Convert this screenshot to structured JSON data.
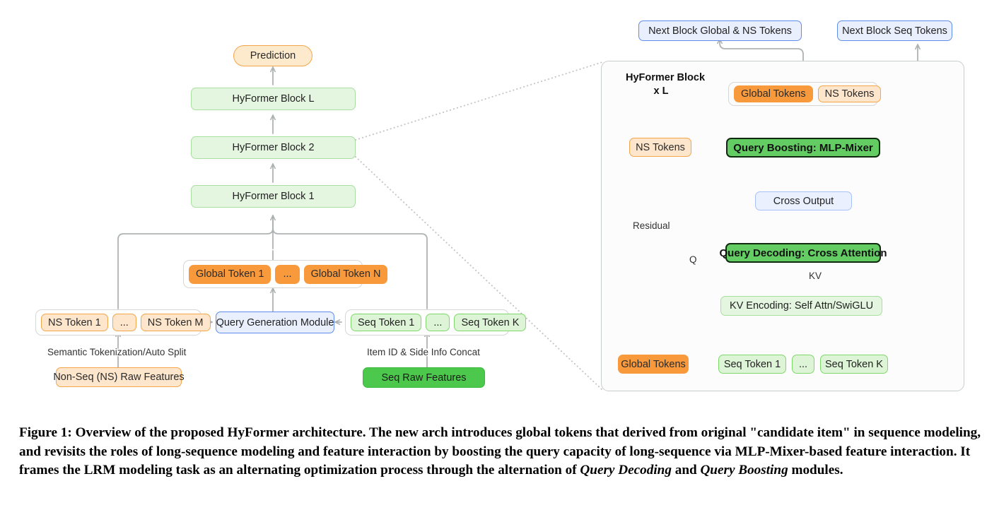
{
  "left_flow": {
    "prediction": "Prediction",
    "blocks": [
      "HyFormer Block 1",
      "HyFormer Block 2",
      "HyFormer Block L"
    ],
    "global_group": [
      "Global Token 1",
      "...",
      "Global Token N"
    ],
    "ns_group": [
      "NS Token 1",
      "...",
      "NS Token M"
    ],
    "seq_group": [
      "Seq Token 1",
      "...",
      "Seq Token K"
    ],
    "query_generation_module": "Query Generation Module",
    "ns_raw_features": "Non-Seq (NS) Raw Features",
    "seq_raw_features": "Seq Raw Features",
    "edge_label_ns": "Semantic Tokenization/Auto Split",
    "edge_label_seq": "Item ID & Side Info Concat"
  },
  "right_panel": {
    "title_line1": "HyFormer Block",
    "title_line2": "x L",
    "next_block_global_ns": "Next Block Global & NS Tokens",
    "next_block_seq": "Next Block Seq Tokens",
    "token_group": [
      "Global Tokens",
      "NS Tokens"
    ],
    "ns_tokens_input": "NS Tokens",
    "query_boosting": "Query Boosting:  MLP-Mixer",
    "cross_output": "Cross Output",
    "query_decoding": "Query Decoding: Cross Attention",
    "kv_encoding": "KV Encoding: Self Attn/SwiGLU",
    "global_tokens_input": "Global Tokens",
    "seq_group": [
      "Seq Token 1",
      "...",
      "Seq Token K"
    ],
    "edge_residual": "Residual",
    "edge_q": "Q",
    "edge_kv": "KV"
  },
  "caption": {
    "prefix": "Figure 1: Overview of the proposed HyFormer architecture. The new arch introduces global tokens that derived from original \"candidate item\" in sequence modeling, and revisits the roles of long-sequence modeling and feature interaction by boosting the query capacity of long-sequence via MLP-Mixer-based feature interaction. It frames the LRM modeling task as an alternating optimization process through the alternation of ",
    "italic1": "Query Decoding",
    "mid": " and ",
    "italic2": "Query Boosting",
    "suffix": " modules."
  },
  "colors": {
    "orange": "#f89a3c",
    "orange_light": "#fde6cc",
    "green": "#4cc94c",
    "green_light": "#e4f6e0",
    "green_mid": "#63cc63",
    "blue": "#5f8ded",
    "blue_light": "#e9effd",
    "wire": "#aeb2b2"
  }
}
